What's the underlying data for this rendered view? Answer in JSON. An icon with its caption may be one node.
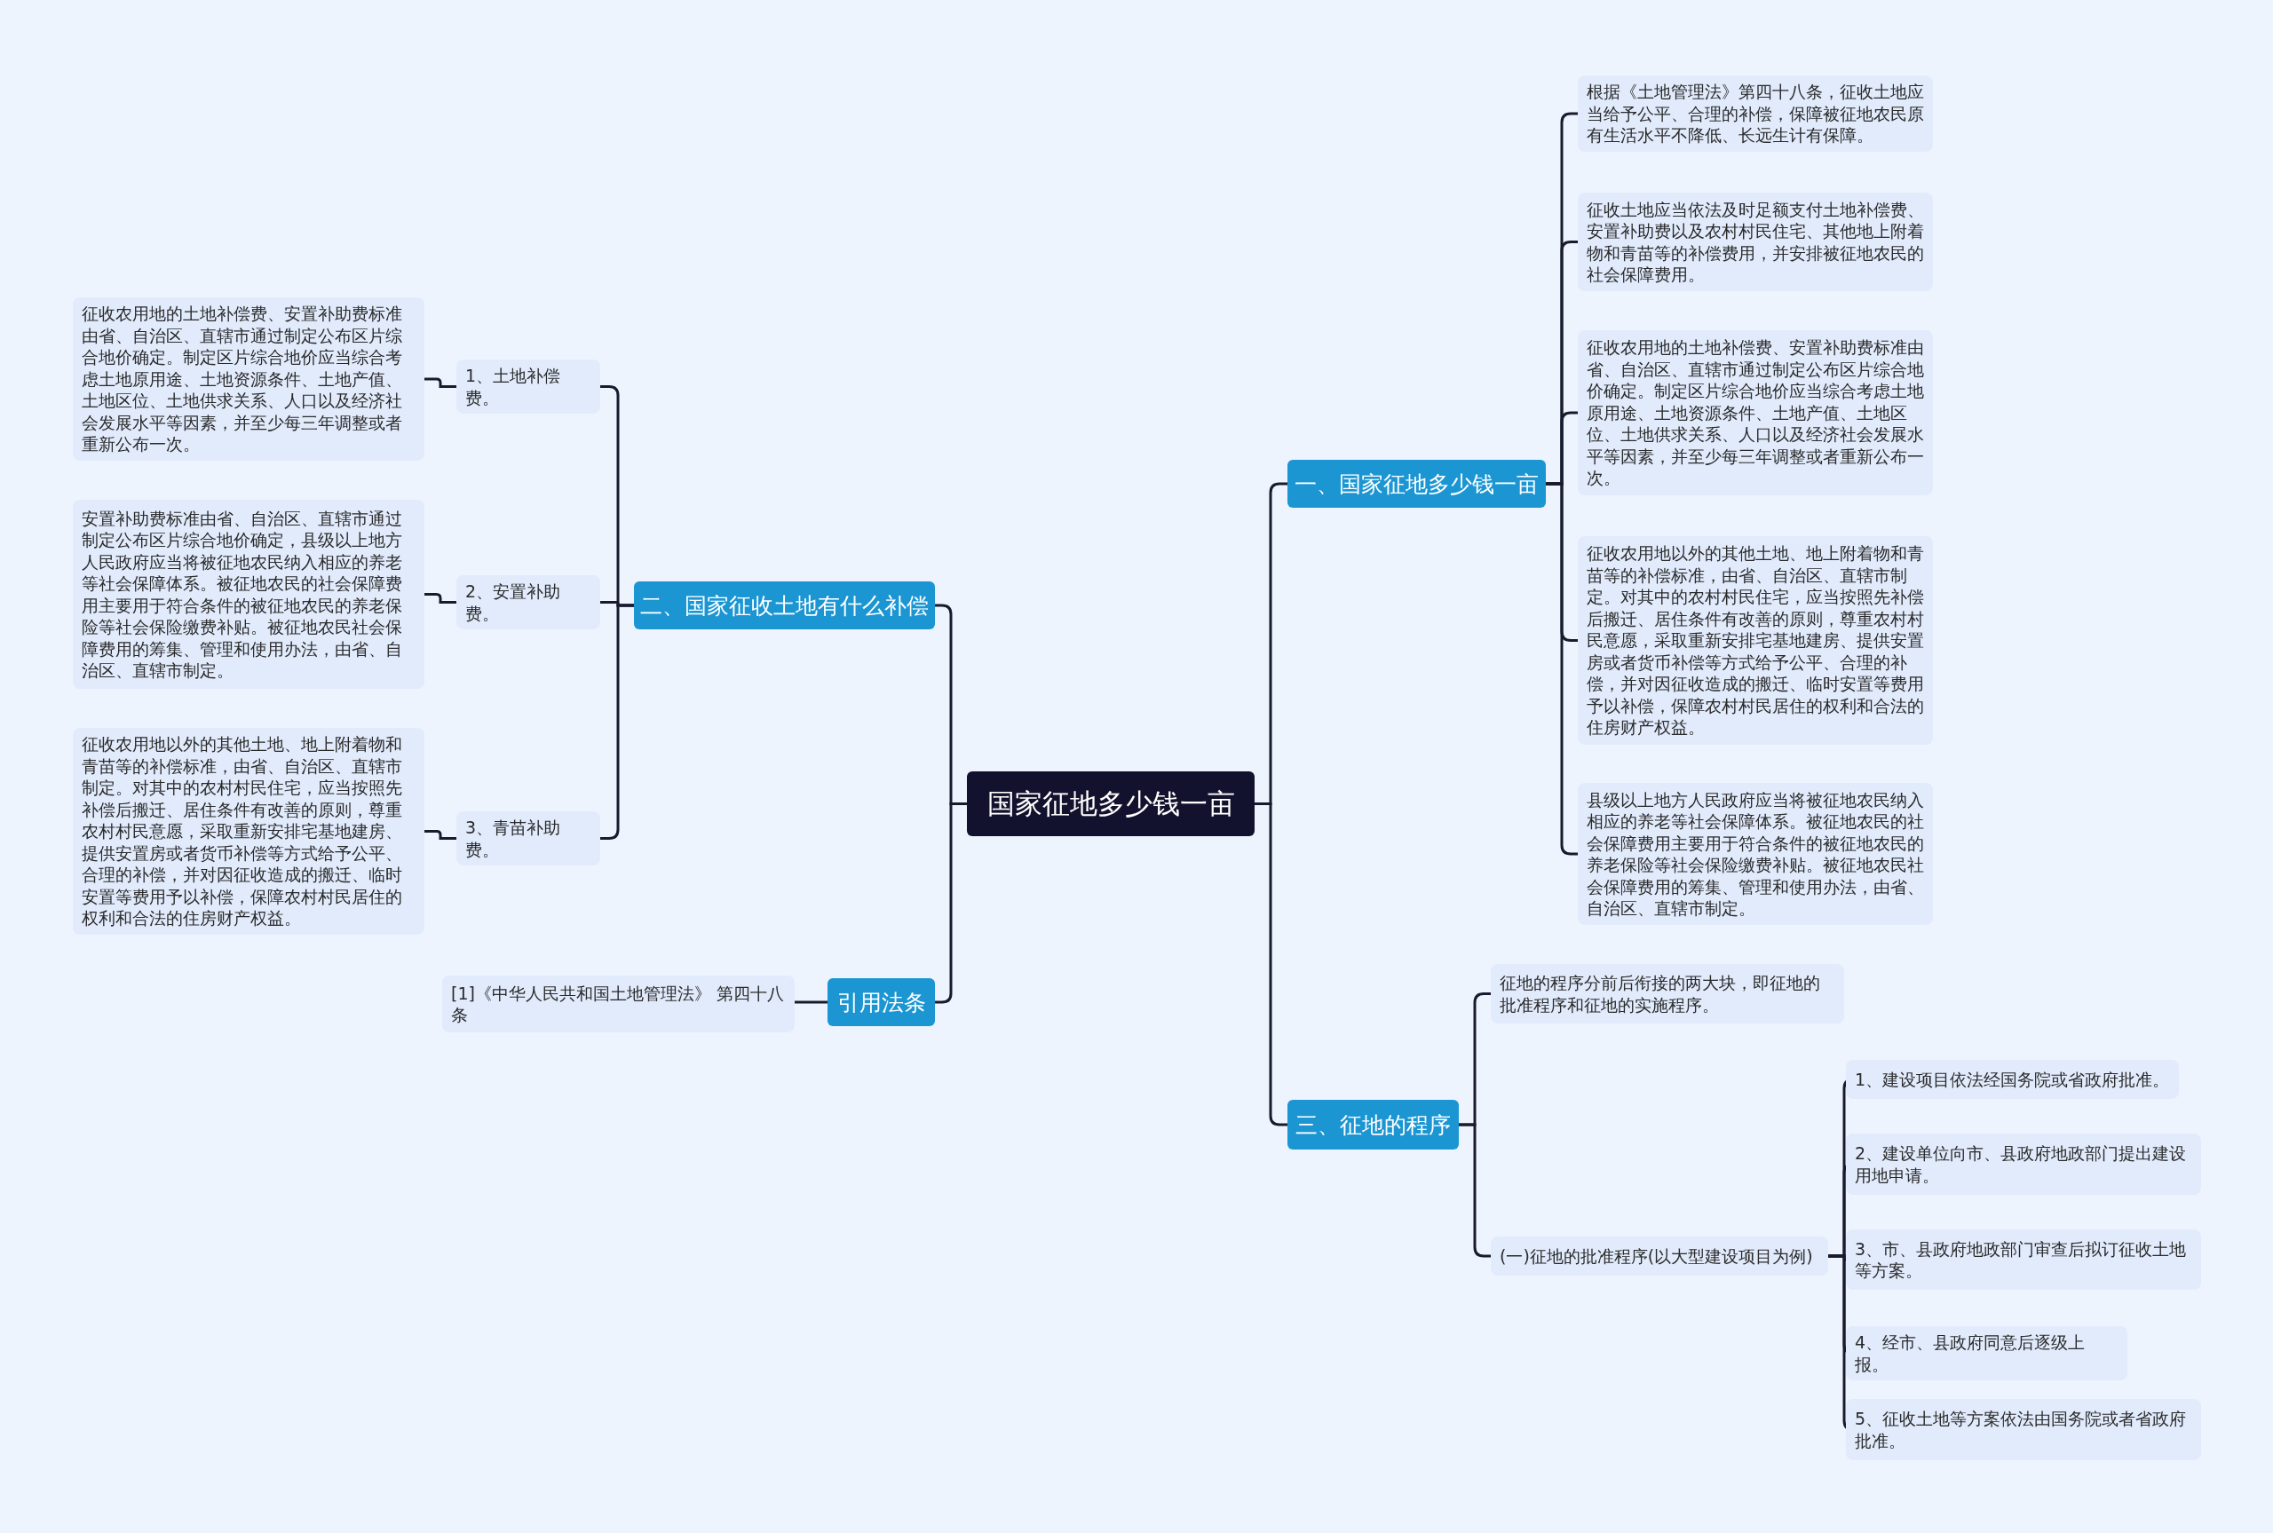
{
  "diagram": {
    "nodes": [
      {
        "text": [
          "国家征地多少钱一亩"
        ]
      },
      {
        "text": [
          "一、国家征地多少钱一亩"
        ]
      },
      {
        "text": [
          "根据《土地管理法》第四十八条，征收土地应当给予公平、合理的补偿，保障被征地农民原有生活水平不降低、长远生计有保障。"
        ]
      },
      {
        "text": [
          "征收土地应当依法及时足额支付土地补偿费、安置补助费以及农村村民住宅、其他地上附着物和青苗等的补偿费用，并安排被征地农民的社会保障费用。"
        ]
      },
      {
        "text": [
          "征收农用地的土地补偿费、安置补助费标准由省、自治区、直辖市通过制定公布区片综合地价确定。制定区片综合地价应当综合考虑土地原用途、土地资源条件、土地产值、土地区位、土地供求关系、人口以及经济社会发展水平等因素，并至少每三年调整或者重新公布一次。"
        ]
      },
      {
        "text": [
          "征收农用地以外的其他土地、地上附着物和青苗等的补偿标准，由省、自治区、直辖市制定。对其中的农村村民住宅，应当按照先补偿后搬迁、居住条件有改善的原则，尊重农村村民意愿，采取重新安排宅基地建房、提供安置房或者货币补偿等方式给予公平、合理的补偿，并对因征收造成的搬迁、临时安置等费用予以补偿，保障农村村民居住的权利和合法的住房财产权益。"
        ]
      },
      {
        "text": [
          "县级以上地方人民政府应当将被征地农民纳入相应的养老等社会保障体系。被征地农民的社会保障费用主要用于符合条件的被征地农民的养老保险等社会保险缴费补贴。被征地农民社会保障费用的筹集、管理和使用办法，由省、自治区、直辖市制定。"
        ]
      },
      {
        "text": [
          "三、征地的程序"
        ]
      },
      {
        "text": [
          "征地的程序分前后衔接的两大块，即征地的批准程序和征地的实施程序。"
        ]
      },
      {
        "text": [
          "(一)征地的批准程序(以大型建设项目为例)"
        ]
      },
      {
        "text": [
          "1、建设项目依法经国务院或省政府批准。"
        ]
      },
      {
        "text": [
          "2、建设单位向市、县政府地政部门提出建设用地申请。"
        ]
      },
      {
        "text": [
          "3、市、县政府地政部门审查后拟订征收土地等方案。"
        ]
      },
      {
        "text": [
          "4、经市、县政府同意后逐级上报。"
        ]
      },
      {
        "text": [
          "5、征收土地等方案依法由国务院或者省政府批准。"
        ]
      },
      {
        "text": [
          "二、国家征收土地有什么补偿"
        ]
      },
      {
        "text": [
          "1、土地补偿费。"
        ]
      },
      {
        "text": [
          "征收农用地的土地补偿费、安置补助费标准由省、自治区、直辖市通过制定公布区片综合地价确定。制定区片综合地价应当综合考虑土地原用途、土地资源条件、土地产值、土地区位、土地供求关系、人口以及经济社会发展水平等因素，并至少每三年调整或者重新公布一次。"
        ]
      },
      {
        "text": [
          "2、安置补助费。"
        ]
      },
      {
        "text": [
          "安置补助费标准由省、自治区、直辖市通过制定公布区片综合地价确定，县级以上地方人民政府应当将被征地农民纳入相应的养老等社会保障体系。被征地农民的社会保障费用主要用于符合条件的被征地农民的养老保险等社会保险缴费补贴。被征地农民社会保障费用的筹集、管理和使用办法，由省、自治区、直辖市制定。"
        ]
      },
      {
        "text": [
          "3、青苗补助费。"
        ]
      },
      {
        "text": [
          "征收农用地以外的其他土地、地上附着物和青苗等的补偿标准，由省、自治区、直辖市制定。对其中的农村村民住宅，应当按照先补偿后搬迁、居住条件有改善的原则，尊重农村村民意愿，采取重新安排宅基地建房、提供安置房或者货币补偿等方式给予公平、合理的补偿，并对因征收造成的搬迁、临时安置等费用予以补偿，保障农村村民居住的权利和合法的住房财产权益。"
        ]
      },
      {
        "text": [
          "引用法条"
        ]
      },
      {
        "text": [
          "[1]《中华人民共和国土地管理法》 第四十八条"
        ]
      }
    ],
    "edges": [
      {
        "from": 0,
        "to": 1,
        "arrow": "none"
      },
      {
        "from": 1,
        "to": 2,
        "arrow": "none"
      },
      {
        "from": 1,
        "to": 3,
        "arrow": "none"
      },
      {
        "from": 1,
        "to": 4,
        "arrow": "none"
      },
      {
        "from": 1,
        "to": 5,
        "arrow": "none"
      },
      {
        "from": 1,
        "to": 6,
        "arrow": "none"
      },
      {
        "from": 0,
        "to": 7,
        "arrow": "none"
      },
      {
        "from": 7,
        "to": 8,
        "arrow": "none"
      },
      {
        "from": 7,
        "to": 9,
        "arrow": "none"
      },
      {
        "from": 9,
        "to": 10,
        "arrow": "none"
      },
      {
        "from": 9,
        "to": 11,
        "arrow": "none"
      },
      {
        "from": 9,
        "to": 12,
        "arrow": "none"
      },
      {
        "from": 9,
        "to": 13,
        "arrow": "none"
      },
      {
        "from": 9,
        "to": 14,
        "arrow": "none"
      },
      {
        "from": 0,
        "to": 15,
        "arrow": "none"
      },
      {
        "from": 15,
        "to": 16,
        "arrow": "none"
      },
      {
        "from": 16,
        "to": 17,
        "arrow": "none"
      },
      {
        "from": 15,
        "to": 18,
        "arrow": "none"
      },
      {
        "from": 18,
        "to": 19,
        "arrow": "none"
      },
      {
        "from": 15,
        "to": 20,
        "arrow": "none"
      },
      {
        "from": 20,
        "to": 21,
        "arrow": "none"
      },
      {
        "from": 0,
        "to": 22,
        "arrow": "none"
      },
      {
        "from": 22,
        "to": 23,
        "arrow": "none"
      }
    ]
  }
}
